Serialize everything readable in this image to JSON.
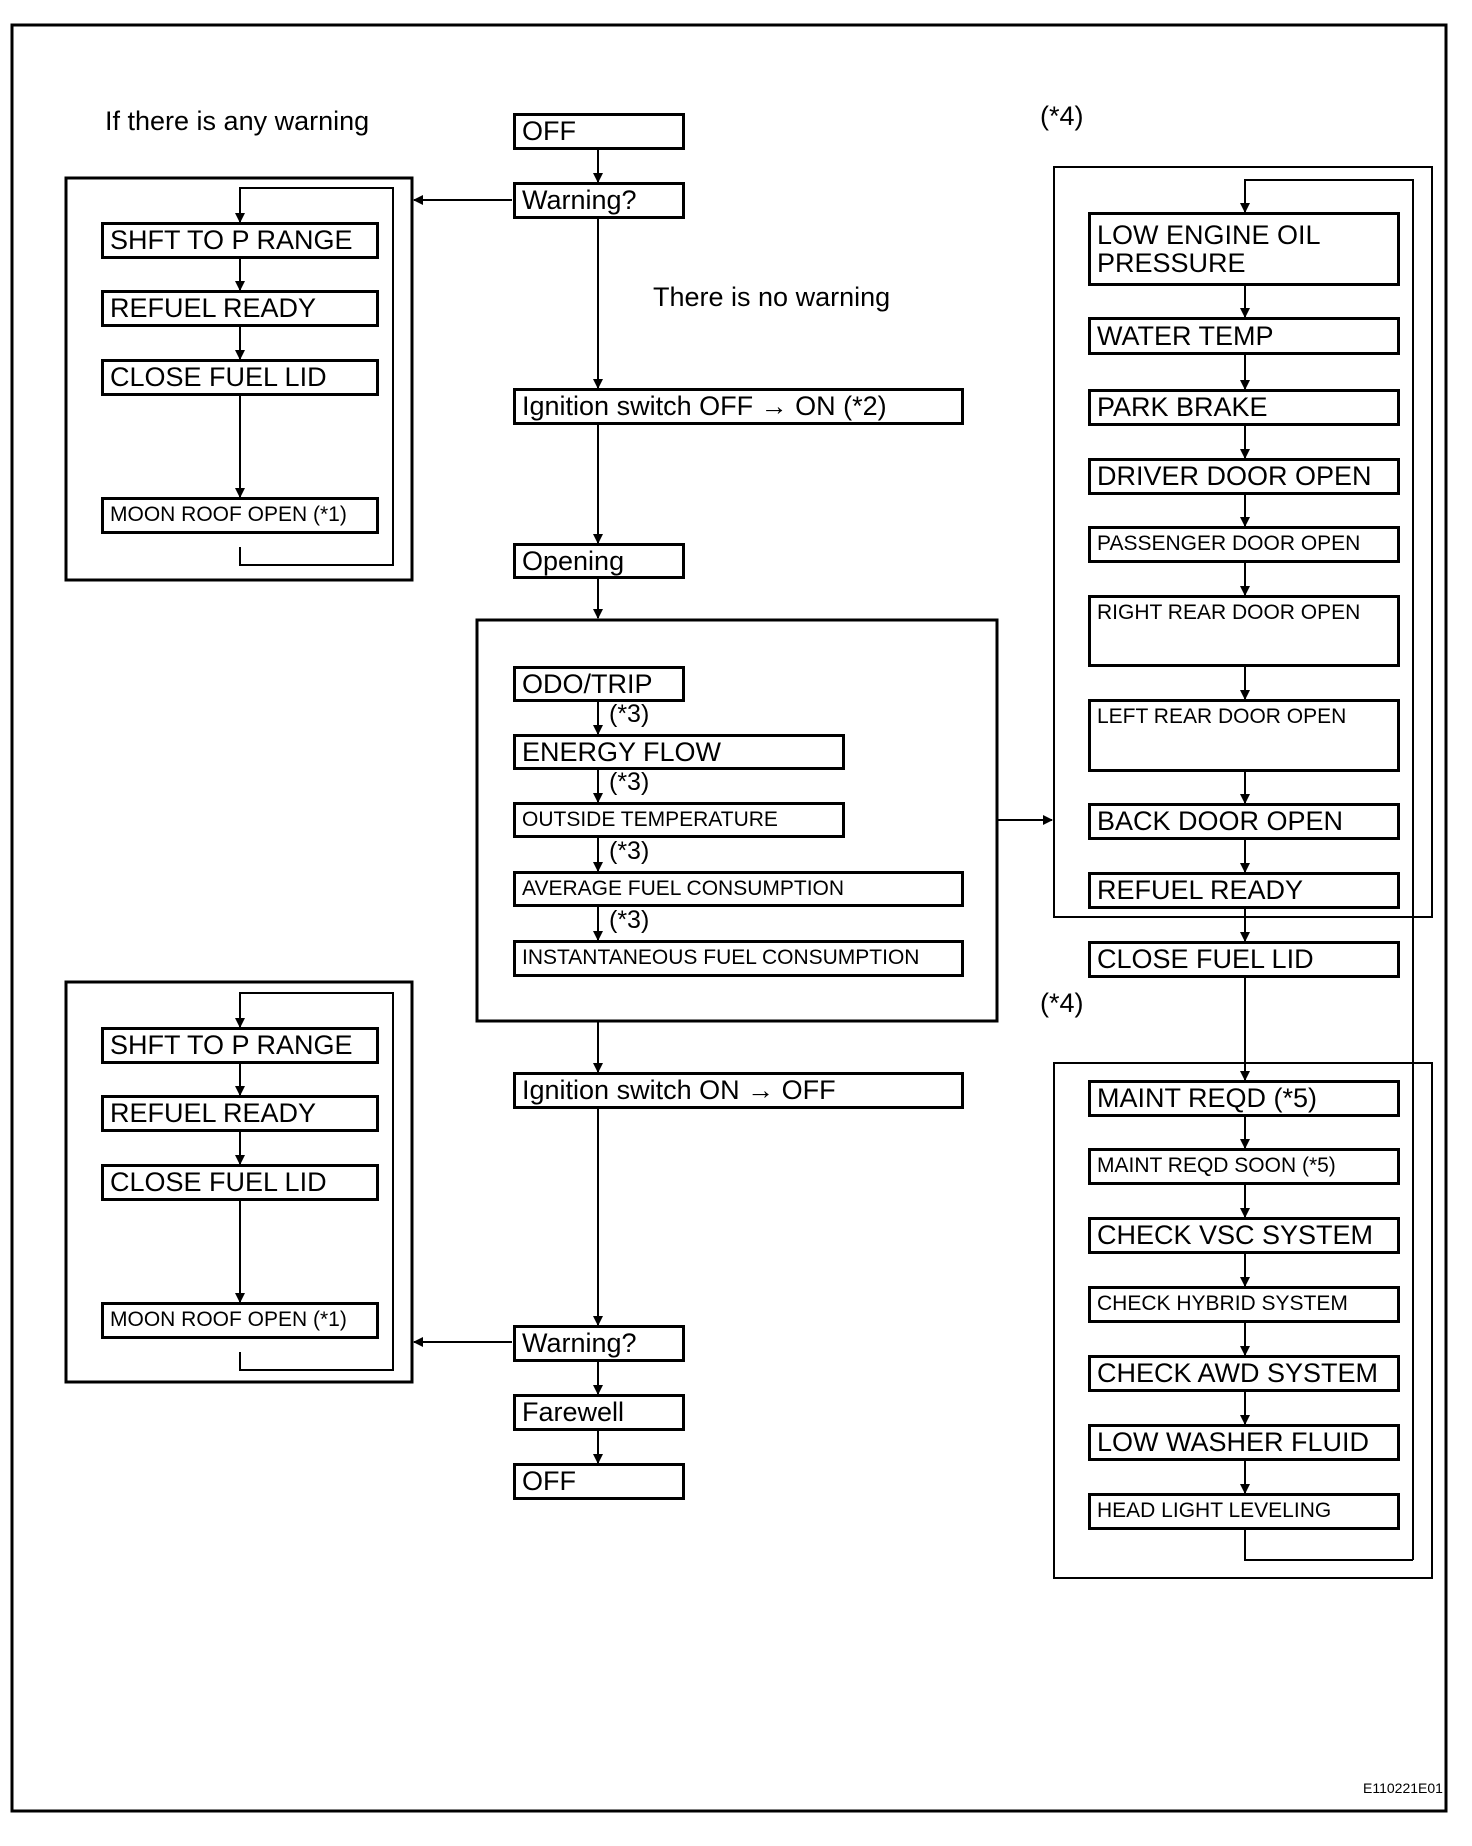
{
  "labels": {
    "if_warning": "If there is any warning",
    "no_warning": "There is no warning",
    "note4_top": "(*4)",
    "note4_bottom": "(*4)",
    "note3": "(*3)",
    "figure_code": "E110221E01"
  },
  "center_flow": {
    "off_top": "OFF",
    "warning_top": "Warning?",
    "ignition_off_on": "Ignition switch OFF → ON (*2)",
    "opening": "Opening",
    "odo_trip": "ODO/TRIP",
    "energy_flow": "ENERGY FLOW",
    "outside_temperature": "OUTSIDE TEMPERATURE",
    "average_fuel": "AVERAGE FUEL CONSUMPTION",
    "instant_fuel": "INSTANTANEOUS FUEL CONSUMPTION",
    "ignition_on_off": "Ignition switch ON → OFF",
    "warning_bottom": "Warning?",
    "farewell": "Farewell",
    "off_bottom": "OFF"
  },
  "left_loop_top": {
    "shift_p": "SHFT TO P RANGE",
    "refuel_ready": "REFUEL READY",
    "close_fuel_lid": "CLOSE FUEL LID",
    "moon_roof": "MOON ROOF OPEN (*1)"
  },
  "left_loop_bottom": {
    "shift_p": "SHFT TO P RANGE",
    "refuel_ready": "REFUEL READY",
    "close_fuel_lid": "CLOSE FUEL LID",
    "moon_roof": "MOON ROOF OPEN (*1)"
  },
  "right_loop_top": {
    "low_oil": "LOW ENGINE OIL\nPRESSURE",
    "water_temp": "WATER TEMP",
    "park_brake": "PARK BRAKE",
    "driver_door": "DRIVER DOOR OPEN",
    "passenger_door": "PASSENGER DOOR OPEN",
    "right_rear_door": "RIGHT REAR DOOR OPEN",
    "left_rear_door": "LEFT REAR DOOR OPEN",
    "back_door": "BACK DOOR OPEN",
    "refuel_ready": "REFUEL READY",
    "close_fuel_lid": "CLOSE FUEL LID"
  },
  "right_loop_bottom": {
    "maint_reqd": "MAINT REQD (*5)",
    "maint_reqd_soon": "MAINT REQD SOON (*5)",
    "check_vsc": "CHECK VSC SYSTEM",
    "check_hybrid": "CHECK HYBRID SYSTEM",
    "check_awd": "CHECK AWD SYSTEM",
    "low_washer": "LOW WASHER FLUID",
    "head_light": "HEAD LIGHT LEVELING"
  }
}
